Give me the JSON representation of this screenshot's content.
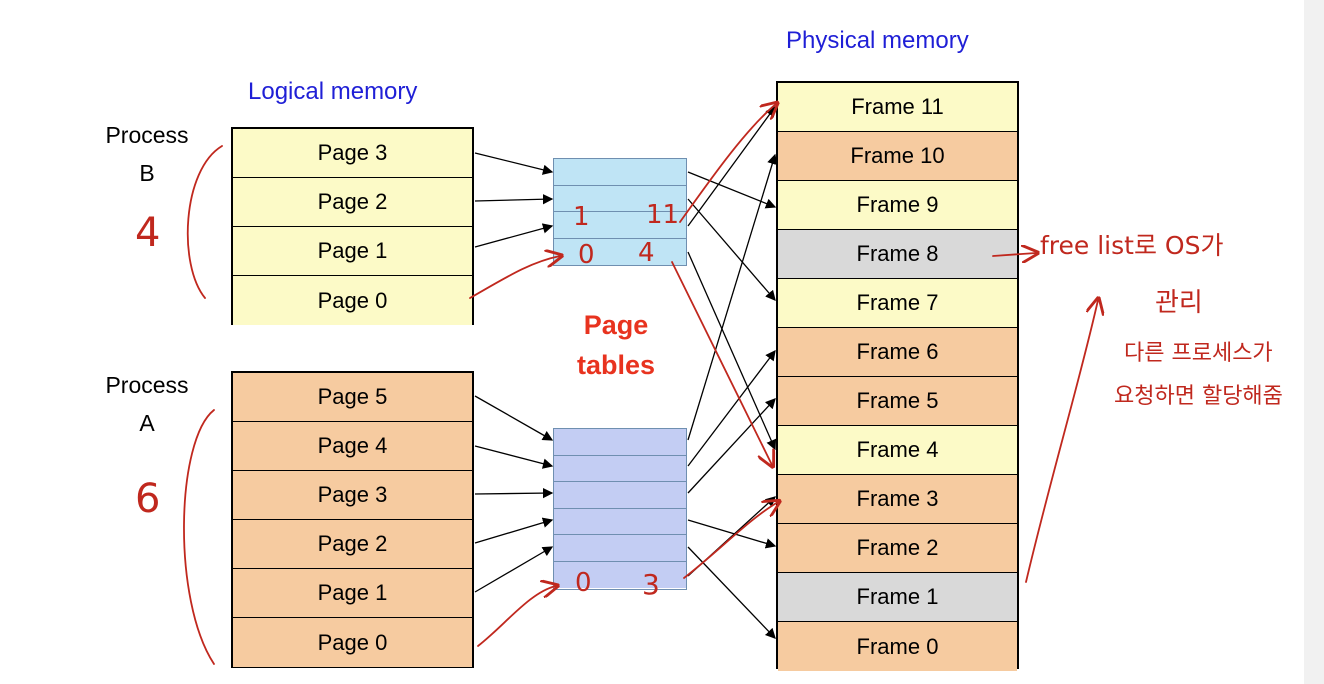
{
  "titles": {
    "logical": "Logical memory",
    "physical": "Physical memory",
    "page_tables_line1": "Page",
    "page_tables_line2": "tables"
  },
  "process_b": {
    "label_line1": "Process",
    "label_line2": "B",
    "pages": [
      "Page 3",
      "Page 2",
      "Page 1",
      "Page 0"
    ],
    "color": "#fcfac7"
  },
  "process_a": {
    "label_line1": "Process",
    "label_line2": "A",
    "pages": [
      "Page 5",
      "Page 4",
      "Page 3",
      "Page 2",
      "Page 1",
      "Page 0"
    ],
    "color": "#f6cba0"
  },
  "physical": {
    "frames": [
      {
        "label": "Frame 11",
        "owner": "B"
      },
      {
        "label": "Frame 10",
        "owner": "A"
      },
      {
        "label": "Frame 9",
        "owner": "B"
      },
      {
        "label": "Frame 8",
        "owner": "free"
      },
      {
        "label": "Frame 7",
        "owner": "B"
      },
      {
        "label": "Frame 6",
        "owner": "A"
      },
      {
        "label": "Frame 5",
        "owner": "A"
      },
      {
        "label": "Frame 4",
        "owner": "B"
      },
      {
        "label": "Frame 3",
        "owner": "A"
      },
      {
        "label": "Frame 2",
        "owner": "A"
      },
      {
        "label": "Frame 1",
        "owner": "free"
      },
      {
        "label": "Frame 0",
        "owner": "A"
      }
    ],
    "colors": {
      "B": "#fcfac7",
      "A": "#f6cba0",
      "free": "#d9d9d9"
    }
  },
  "page_table_colors": {
    "b": "#bfe4f5",
    "a": "#c3cdf3"
  },
  "annotations": {
    "count_b": "4",
    "count_a": "6",
    "b_row1": "1",
    "b_row1_frame": "11",
    "b_row0": "0",
    "b_row0_frame": "4",
    "a_row0": "0",
    "a_row0_frame": "3",
    "note_line1": "free list로 OS가",
    "note_line2": "관리",
    "note_line3": "다른 프로세스가",
    "note_line4": "요청하면 할당해줌"
  }
}
